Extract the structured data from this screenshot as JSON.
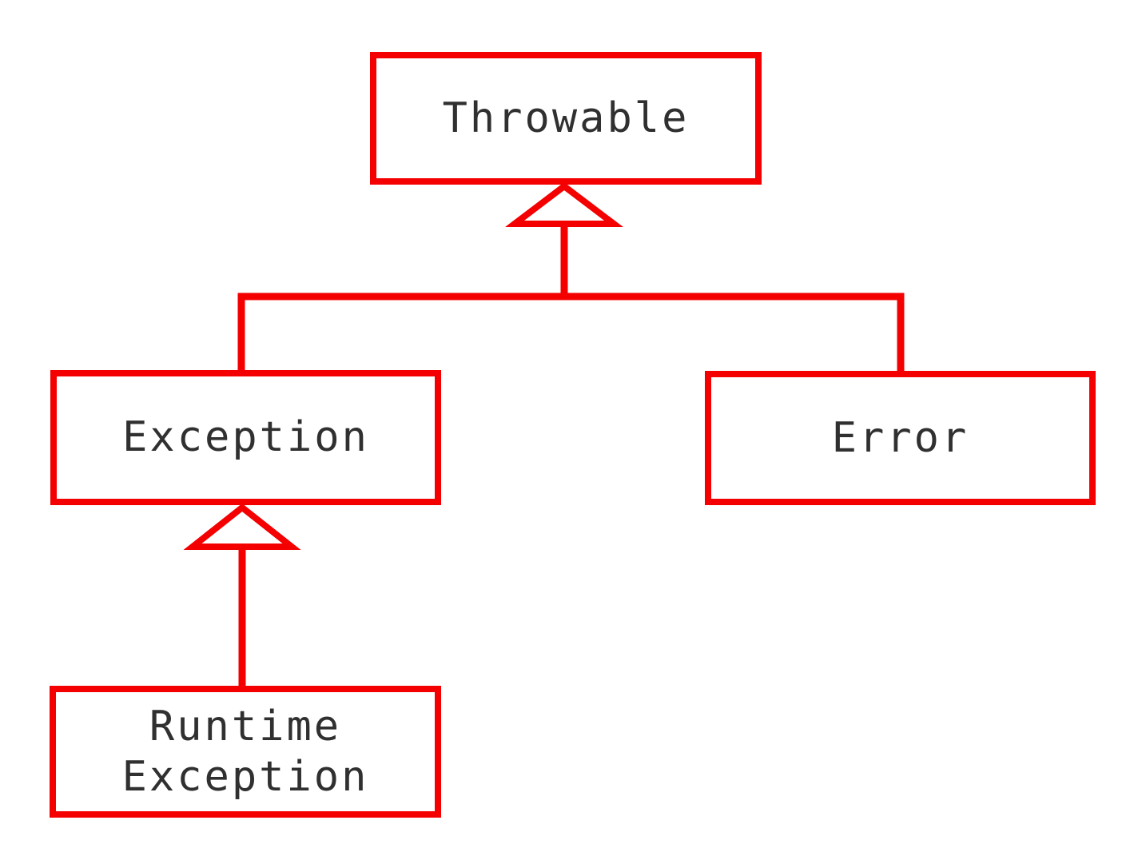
{
  "diagram": {
    "type": "class-hierarchy",
    "nodes": [
      {
        "id": "throwable",
        "label": "Throwable"
      },
      {
        "id": "exception",
        "label": "Exception"
      },
      {
        "id": "error",
        "label": "Error"
      },
      {
        "id": "runtime-exception",
        "label": "Runtime Exception"
      }
    ],
    "edges": [
      {
        "from": "exception",
        "to": "throwable",
        "type": "inheritance-hollow-triangle"
      },
      {
        "from": "error",
        "to": "throwable",
        "type": "inheritance-hollow-triangle"
      },
      {
        "from": "runtime-exception",
        "to": "exception",
        "type": "inheritance-hollow-triangle"
      }
    ]
  },
  "colors": {
    "line": "#f40000",
    "text": "#303030",
    "background": "#ffffff",
    "node_fill": "#ffffff"
  }
}
